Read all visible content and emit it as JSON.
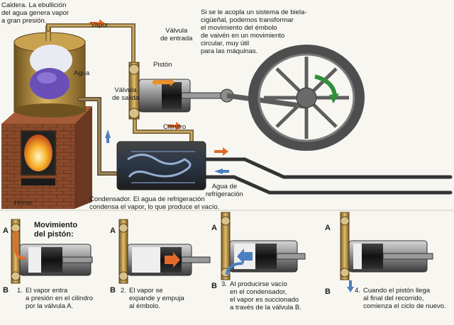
{
  "top": {
    "caldera": "Caldera. La ebullición\ndel agua genera vapor\na gran presión.",
    "vapor": "Vapor",
    "agua": "Agua",
    "valvula_entrada": "Válvula\nde entrada",
    "piston": "Pistón",
    "valvula_salida": "Válvula\nde salida",
    "cilindro": "Cilindro",
    "biela_note": "Si se le acopla un sistema de biela-\ncigüeñal, podemos transformar\nel movimiento del émbolo\nde vaivén en un movimiento\ncircular, muy útil\npara las máquinas.",
    "horno": "Horno",
    "agua_refrigeracion": "Agua de\nrefrigeración",
    "condensador": "Condensador. El agua de refrigeración\ncondensa el vapor, lo que produce el vacío."
  },
  "bottom": {
    "title": "Movimiento\ndel pistón:",
    "valve_a": "A",
    "valve_b": "B",
    "steps": [
      {
        "num": "1.",
        "text": "El vapor entra\na presión en el cilindro\npor la válvula A."
      },
      {
        "num": "2.",
        "text": "El vapor se\nexpande y empuja\nal émbolo."
      },
      {
        "num": "3.",
        "text": "Al producirse vacío\nen el condensador,\nel vapor es succionado\na través de la válvula B."
      },
      {
        "num": "4.",
        "text": "Cuando el pistón llega\nal final del recorrido,\ncomienza el ciclo de nuevo."
      }
    ]
  },
  "colors": {
    "brick": "#8a4a2c",
    "brass": "#b58a36",
    "steel": "#5f5f5f",
    "steam": "#e26b2a",
    "cold": "#4a7fc0",
    "fire": "#f2a626"
  }
}
